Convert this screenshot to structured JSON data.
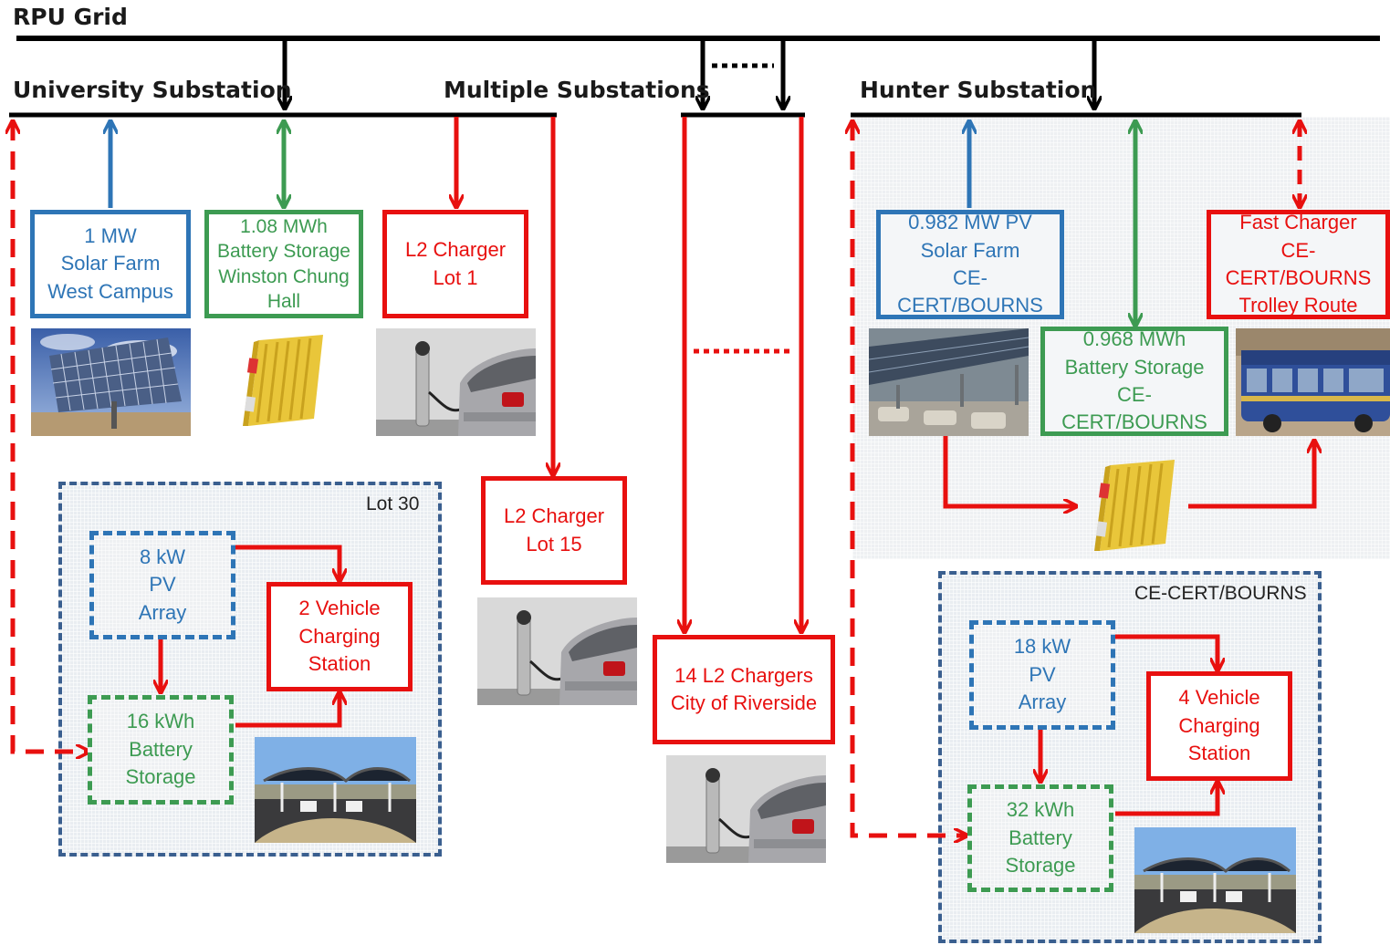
{
  "title": "RPU Grid",
  "substations": {
    "university": "University Substation",
    "multiple": "Multiple Substations",
    "hunter": "Hunter Substation"
  },
  "university": {
    "solar": "1 MW\nSolar Farm\nWest Campus",
    "battery": "1.08 MWh\nBattery Storage\nWinston Chung\nHall",
    "l2_lot1": "L2 Charger\nLot 1",
    "l2_lot15": "L2 Charger\nLot 15"
  },
  "lot30": {
    "label": "Lot 30",
    "pv": "8 kW\nPV\nArray",
    "battery": "16 kWh\nBattery\nStorage",
    "station": "2 Vehicle\nCharging\nStation"
  },
  "city": {
    "chargers": "14 L2 Chargers\nCity of Riverside"
  },
  "hunter": {
    "pv": "0.982 MW PV\nSolar Farm\nCE-CERT/BOURNS",
    "battery": "0.968 MWh\nBattery Storage\nCE-CERT/BOURNS",
    "fast": "Fast Charger\nCE-CERT/BOURNS\nTrolley Route"
  },
  "bourns": {
    "label": "CE-CERT/BOURNS",
    "pv": "18 kW\nPV\nArray",
    "battery": "32 kWh\nBattery\nStorage",
    "station": "4  Vehicle\nCharging\nStation"
  },
  "colors": {
    "solar": "#2e75b6",
    "storage": "#3d9b52",
    "charging": "#e8100f",
    "bus": "#000000",
    "group_border": "#3a5f8f"
  }
}
